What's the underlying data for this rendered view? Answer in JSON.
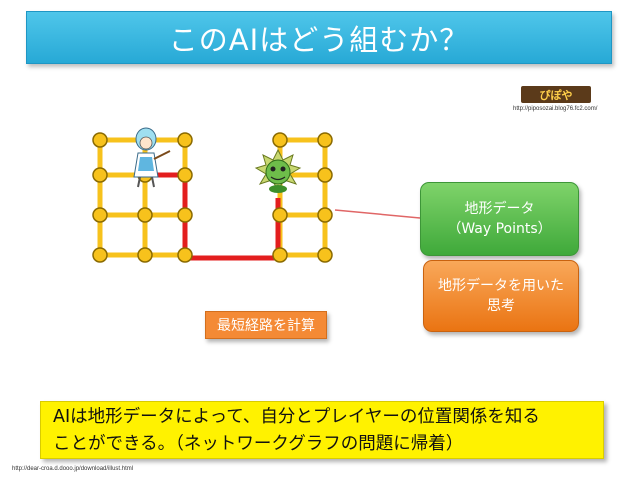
{
  "title": "このAIはどう組むか？",
  "logo_text": "ぴぽや",
  "credit_top": "http://piposozai.blog76.fc2.com/",
  "credit_bottom": "http://dear-croa.d.dooo.jp/download/illust.html",
  "boxes": {
    "terrain_line1": "地形データ",
    "terrain_line2": "（Way Points）",
    "thinking_line1": "地形データを用いた",
    "thinking_line2": "思考",
    "shortest_path": "最短経路を計算"
  },
  "summary": {
    "line1": "AIは地形データによって、自分とプレイヤーの位置関係を知る",
    "line2": "ことができる。（ネットワークグラフの問題に帰着）"
  },
  "colors": {
    "title_bar": "#2bb0dc",
    "graph_edge": "#f7c21c",
    "path": "#e31e1e",
    "terrain_box": "#4cb143",
    "thinking_box": "#f07f1f",
    "summary_box": "#fff200"
  }
}
